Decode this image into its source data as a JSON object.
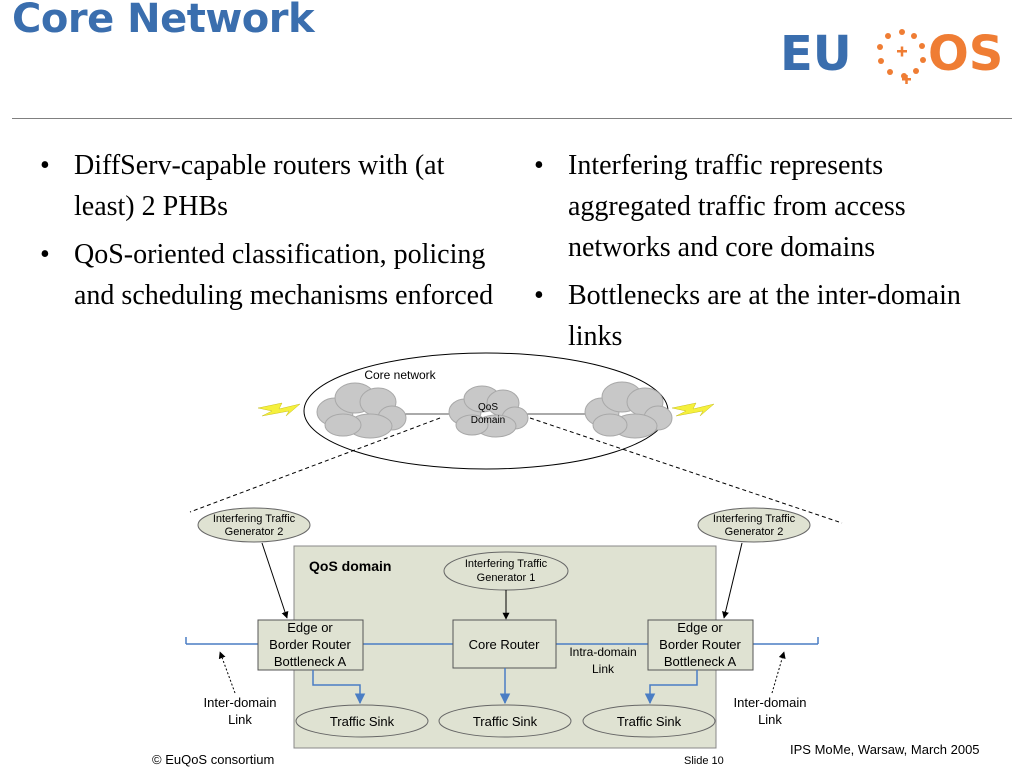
{
  "title": "Core Network",
  "logo": {
    "text_left": "EU",
    "text_right": "OS",
    "colors": {
      "blue": "#3a6eae",
      "orange": "#ef7d34"
    }
  },
  "bullets_left": [
    "DiffServ-capable routers with (at least) 2 PHBs",
    "QoS-oriented classification, policing and scheduling mechanisms enforced"
  ],
  "bullets_right": [
    "Interfering traffic represents aggregated traffic from access networks and core domains",
    "Bottlenecks are at the inter-domain links"
  ],
  "diagram": {
    "core_network_label": "Core network",
    "qos_cloud_lines": [
      "QoS",
      "Domain"
    ],
    "qos_domain_label": "QoS domain",
    "itg_left_lines": [
      "Interfering Traffic",
      "Generator 2"
    ],
    "itg_right_lines": [
      "Interfering Traffic",
      "Generator 2"
    ],
    "itg_center_lines": [
      "Interfering Traffic",
      "Generator 1"
    ],
    "edge_left_lines": [
      "Edge or",
      "Border Router",
      "Bottleneck A"
    ],
    "edge_right_lines": [
      "Edge or",
      "Border Router",
      "Bottleneck A"
    ],
    "core_router_label": "Core Router",
    "intra_link_lines": [
      "Intra-domain",
      "Link"
    ],
    "inter_left_lines": [
      "Inter-domain",
      "Link"
    ],
    "inter_right_lines": [
      "Inter-domain",
      "Link"
    ],
    "sink_label": "Traffic Sink",
    "colors": {
      "box_fill": "#dfe2d2",
      "link_blue": "#4a7dc4",
      "cloud_gray": "#c8c8c8",
      "lightning_yellow": "#f5f03c"
    }
  },
  "footer": {
    "left": "© EuQoS consortium",
    "slide": "Slide 10",
    "right": "IPS MoMe, Warsaw, March 2005"
  }
}
